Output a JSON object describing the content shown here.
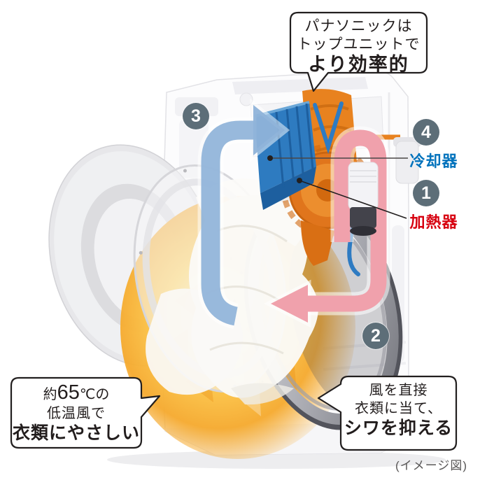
{
  "callout_top": {
    "line1": "パナソニックは",
    "line2": "トップユニットで",
    "line3": "より効率的"
  },
  "callout_bottom_left": {
    "line1_prefix": "約",
    "line1_value": "65",
    "line1_suffix": "℃の",
    "line2": "低温風で",
    "line3": "衣類にやさしい"
  },
  "callout_bottom_right": {
    "line1": "風を直接",
    "line2": "衣類に当て、",
    "line3": "シワを抑える"
  },
  "steps": {
    "heater": {
      "number": "1",
      "label": "加熱器"
    },
    "drum_air": {
      "number": "2"
    },
    "return_air": {
      "number": "3"
    },
    "cooler": {
      "number": "4",
      "label": "冷却器"
    }
  },
  "caption": "(イメージ図)",
  "icons": {
    "cool_air_arrow": "curved-arrow-up-right",
    "warm_air_arrow": "curved-arrow-down-left"
  },
  "colors": {
    "badge_bg": "#5d6e78",
    "cooler_label": "#0072bc",
    "heater_label": "#d7000f",
    "cool_air_arrow": "#8fb3d9",
    "warm_air_arrow": "#f0a1ac",
    "cooler_unit": "#2e7bc0",
    "heater_unit": "#e8821f",
    "drum_glow": "#f5a92d"
  }
}
